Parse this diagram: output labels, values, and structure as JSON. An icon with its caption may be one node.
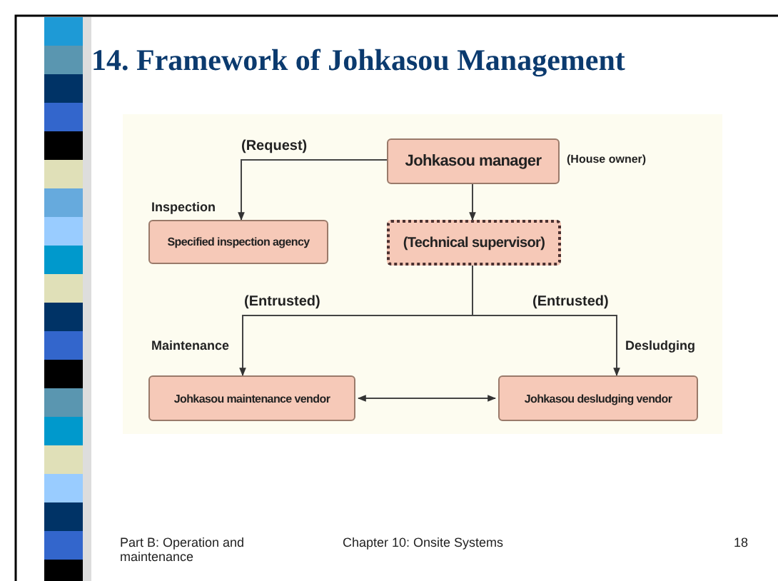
{
  "diagram": {
    "title": "14. Framework of Johkasou Management",
    "nodes": [
      {
        "text": [
          "Johkasou manager"
        ],
        "beside": [
          "(House owner)"
        ]
      },
      {
        "text": [
          "Specified inspection agency"
        ],
        "beside": [
          "Inspection"
        ]
      },
      {
        "text": [
          "(Technical supervisor)"
        ]
      },
      {
        "text": [
          "Johkasou maintenance vendor"
        ],
        "beside": [
          "Maintenance"
        ]
      },
      {
        "text": [
          "Johkasou desludging vendor"
        ],
        "beside": [
          "Desludging"
        ]
      }
    ],
    "edges": [
      {
        "from": 0,
        "to": 1,
        "arrow": "to",
        "label": "(Request)"
      },
      {
        "from": 0,
        "to": 2,
        "arrow": "to"
      },
      {
        "from": 2,
        "to": 3,
        "arrow": "to",
        "label": "(Entrusted)"
      },
      {
        "from": 2,
        "to": 4,
        "arrow": "to",
        "label": "(Entrusted)"
      },
      {
        "from": 3,
        "to": 4,
        "arrow": "both"
      }
    ],
    "labels": [
      "Part B: Operation and maintenance",
      "Chapter 10: Onsite Systems",
      "18"
    ]
  }
}
